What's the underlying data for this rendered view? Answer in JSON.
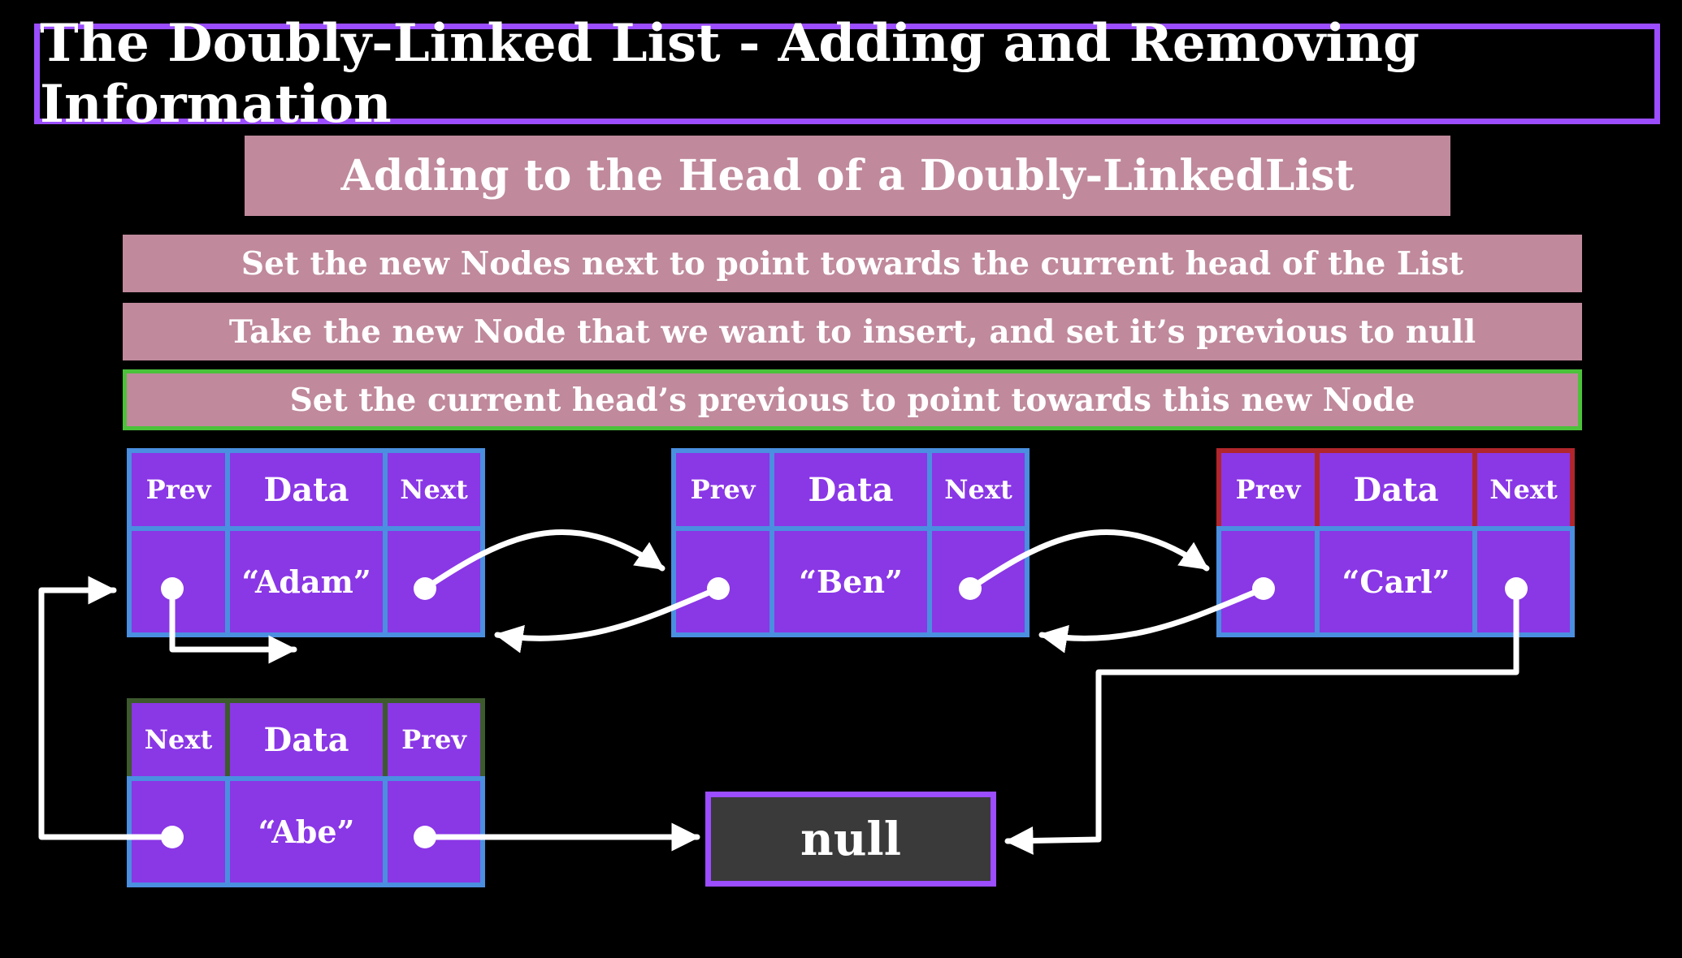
{
  "title": "The Doubly-Linked List - Adding and Removing Information",
  "subtitle": "Adding to the Head of a Doubly-LinkedList",
  "steps": [
    "Set the new Nodes next to point towards the current head of the List",
    "Take the new Node that we want to insert, and set it’s previous to null",
    "Set the current head’s previous to point towards this new Node"
  ],
  "nodes": [
    {
      "fields": [
        "Prev",
        "Data",
        "Next"
      ],
      "value": "“Adam”"
    },
    {
      "fields": [
        "Prev",
        "Data",
        "Next"
      ],
      "value": "“Ben”"
    },
    {
      "fields": [
        "Prev",
        "Data",
        "Next"
      ],
      "value": "“Carl”"
    },
    {
      "fields": [
        "Next",
        "Data",
        "Prev"
      ],
      "value": "“Abe”"
    }
  ],
  "null_label": "null",
  "colors": {
    "background": "#000000",
    "title_border": "#9b4dff",
    "banner": "#c0899c",
    "highlight_step_border": "#4bc23a",
    "node_fill": "#8a37e6",
    "node_border": "#4a8fe0",
    "tail_header_border": "#b0262c",
    "new_node_header_border": "#3c5a2c",
    "null_fill": "#3a3a3a",
    "arrow": "#ffffff"
  }
}
